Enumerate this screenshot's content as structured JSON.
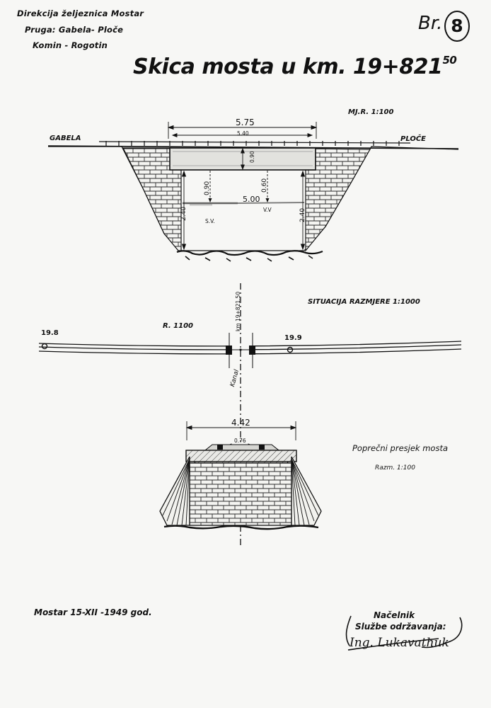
{
  "header": {
    "line1": "Direkcija željeznica Mostar",
    "line2": "Pruga: Gabela- Ploče",
    "line3": "Komin - Rogotin"
  },
  "sheet_number": {
    "label": "Br.",
    "value": "8"
  },
  "title": {
    "main": "Skica mosta u km. 19",
    "suffix": "+821",
    "superscript": "50"
  },
  "elevation": {
    "scale": "MJ.R.  1:100",
    "left_direction": "GABELA",
    "right_direction": "PLOČE",
    "overall_span": "5.75",
    "deck_span": "5.40",
    "deck_thickness": "0.90",
    "left_pier_depth": "0.90",
    "right_pier_depth": "0.60",
    "clear_span": "5.00",
    "low_water": "S.V.",
    "high_water": "V.V",
    "left_height": "2.40",
    "right_height": "2.40"
  },
  "plan": {
    "label": "SITUACIJA RAZMJERE  1:1000",
    "radius": "R. 1100",
    "km_left": "19.8",
    "km_right": "19.9",
    "bridge_chainage": "km 19+821.50",
    "canal": "Kanal"
  },
  "cross_section": {
    "label": "Poprečni presjek mosta",
    "scale": "Razm.  1:100",
    "width": "4.42",
    "sub_width": "0.76"
  },
  "footer": {
    "place_date": "Mostar  15-XII  -1949  god.",
    "signatory_title_1": "Načelnik",
    "signatory_title_2": "Službe održavanja:",
    "signature": "Ing. Lukavathuk"
  }
}
